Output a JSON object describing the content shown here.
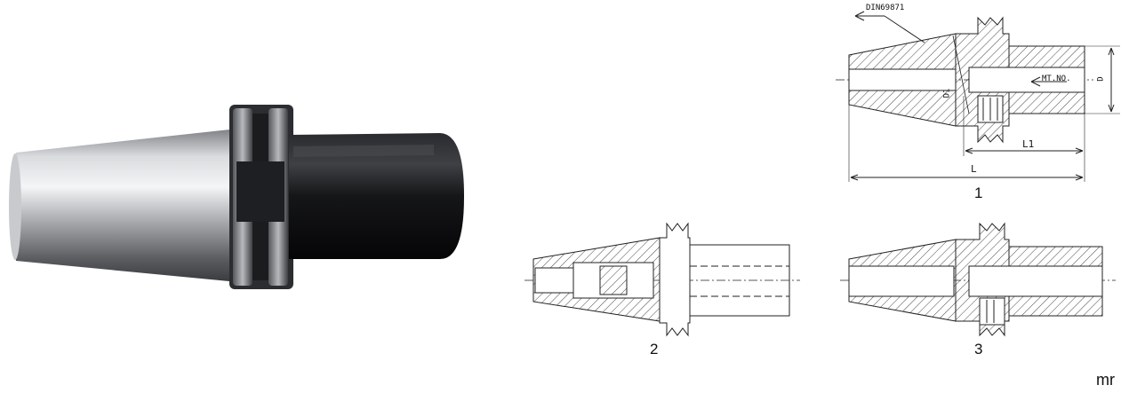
{
  "figure": {
    "standard_label": "DIN69871",
    "mt_label": "MT.NO.",
    "dim_D": "D",
    "dim_D1": "D1",
    "dim_L": "L",
    "dim_L1": "L1",
    "view_labels": [
      "1",
      "2",
      "3"
    ],
    "unit_label": "mr"
  }
}
